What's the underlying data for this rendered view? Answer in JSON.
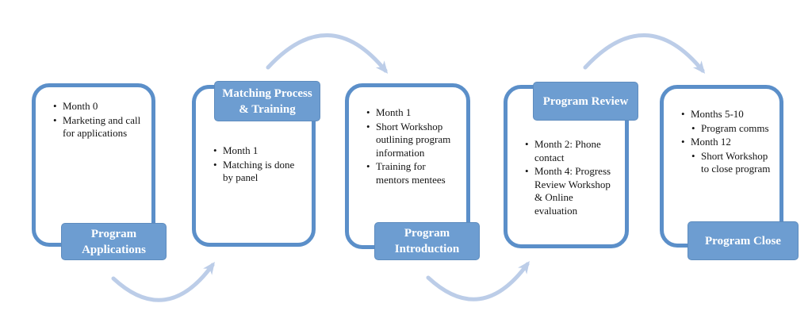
{
  "theme": {
    "card_border": "#5b8fc9",
    "label_fill": "#6d9dd1",
    "label_edge": "#5e8cbe",
    "label_text": "#ffffff",
    "bullet_text": "#141414",
    "arrow_color": "#bccde8",
    "background": "#ffffff"
  },
  "diagram": {
    "type": "process-flow",
    "stages": [
      {
        "label": "Program Applications",
        "label_position": "bottom",
        "bullets": [
          {
            "text": "Month 0",
            "level": 1
          },
          {
            "text": "Marketing and call for applications",
            "level": 1
          }
        ]
      },
      {
        "label": "Matching Process & Training",
        "label_position": "top",
        "bullets": [
          {
            "text": "Month 1",
            "level": 1
          },
          {
            "text": "Matching is done by panel",
            "level": 1
          }
        ]
      },
      {
        "label": "Program Introduction",
        "label_position": "bottom",
        "bullets": [
          {
            "text": "Month 1",
            "level": 1
          },
          {
            "text": "Short Workshop outlining program information",
            "level": 1
          },
          {
            "text": "Training for mentors mentees",
            "level": 1
          }
        ]
      },
      {
        "label": "Program Review",
        "label_position": "top",
        "bullets": [
          {
            "text": "Month 2: Phone contact",
            "level": 1
          },
          {
            "text": "Month 4: Progress Review Workshop & Online evaluation",
            "level": 1
          }
        ]
      },
      {
        "label": "Program Close",
        "label_position": "bottom",
        "bullets": [
          {
            "text": "Months 5-10",
            "level": 1
          },
          {
            "text": "Program comms",
            "level": 2
          },
          {
            "text": "Month 12",
            "level": 1
          },
          {
            "text": "Short Workshop to close program",
            "level": 2
          }
        ]
      }
    ],
    "arrows": [
      {
        "from": "Program Applications",
        "to": "Matching Process & Training",
        "side": "bottom",
        "direction": "right-up"
      },
      {
        "from": "Matching Process & Training",
        "to": "Program Introduction",
        "side": "top",
        "direction": "right-down"
      },
      {
        "from": "Program Introduction",
        "to": "Program Review",
        "side": "bottom",
        "direction": "right-up"
      },
      {
        "from": "Program Review",
        "to": "Program Close",
        "side": "top",
        "direction": "right-down"
      }
    ]
  }
}
